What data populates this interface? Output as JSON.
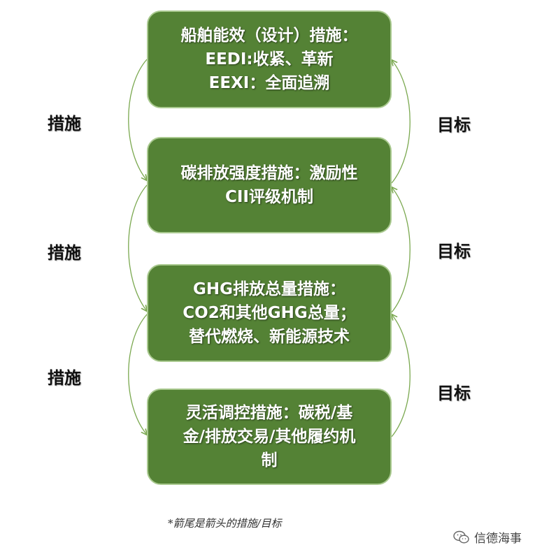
{
  "boxes": [
    {
      "lines": [
        "船舶能效（设计）措施：",
        "EEDI:收紧、革新",
        "EEXI：全面追溯"
      ]
    },
    {
      "lines": [
        "碳排放强度措施：激励性",
        "CII评级机制"
      ]
    },
    {
      "lines": [
        "GHG排放总量措施：",
        "CO2和其他GHG总量；",
        "替代燃烧、新能源技术"
      ]
    },
    {
      "lines": [
        "灵活调控措施：碳税/基",
        "金/排放交易/其他履约机",
        "制"
      ]
    }
  ],
  "left_labels": [
    "措施",
    "措施",
    "措施"
  ],
  "right_labels": [
    "目标",
    "目标",
    "目标"
  ],
  "footnote": "*箭尾是箭头的措施/目标",
  "watermark": "信德海事",
  "colors": {
    "box_fill": "#548235",
    "box_border": "#a9c98f",
    "arrow": "#7aa84f"
  }
}
